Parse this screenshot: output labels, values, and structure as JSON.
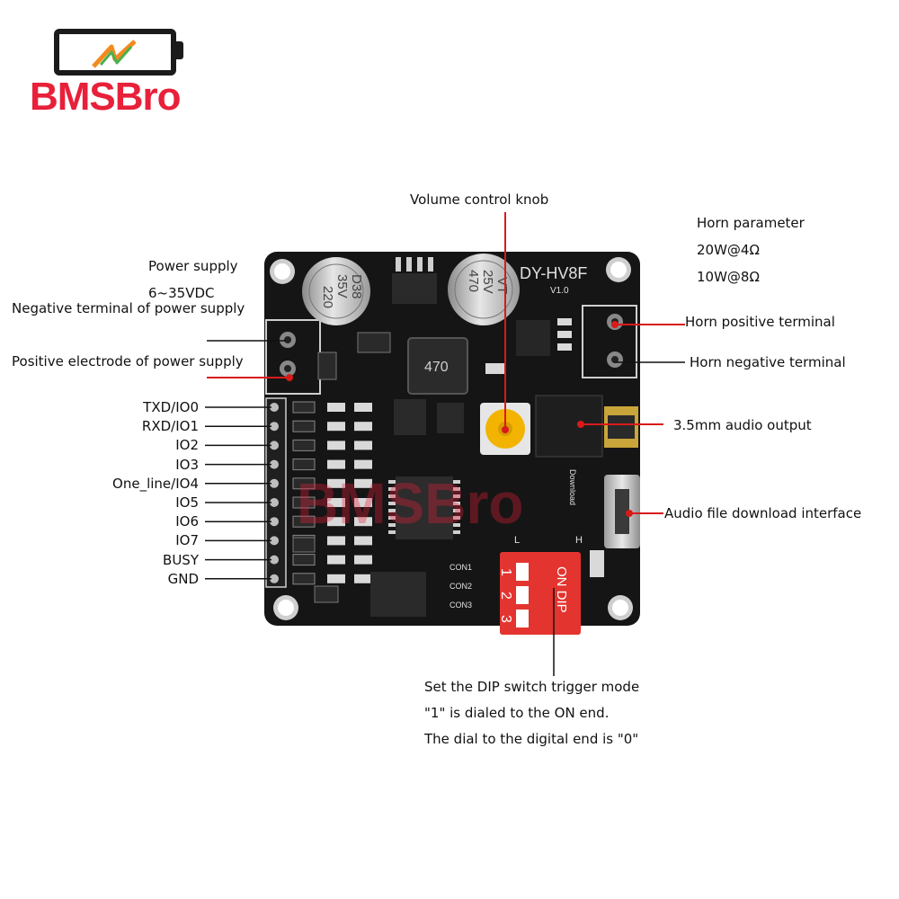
{
  "brand": {
    "name": "BMSBro",
    "color": "#e8203a"
  },
  "board": {
    "model": "DY-HV8F",
    "version": "V1.0",
    "inductor_marking": "470",
    "cap_left": [
      "220",
      "35V",
      "D38"
    ],
    "cap_right": [
      "470",
      "25V",
      "VT"
    ],
    "dip_marking": "ON DIP",
    "dip_numbers": [
      "1",
      "2",
      "3"
    ],
    "con_labels": [
      "CON1",
      "CON2",
      "CON3"
    ],
    "download_marking": "Download",
    "lh_marking": [
      "L",
      "H"
    ],
    "watermark": "BMSBro"
  },
  "labels": {
    "volume_knob": "Volume control knob",
    "horn_parameter": [
      "Horn parameter",
      "20W@4Ω",
      "10W@8Ω"
    ],
    "power_supply": [
      "Power supply",
      "6~35VDC"
    ],
    "negative_power": "Negative terminal of power supply",
    "positive_power": "Positive electrode of power supply",
    "horn_positive": "Horn positive terminal",
    "horn_negative": "Horn negative terminal",
    "audio_output": "3.5mm audio output",
    "download_interface": "Audio file download interface",
    "dip_description": [
      "Set the DIP switch trigger mode",
      "\"1\" is dialed to the ON end.",
      "The dial to the digital end is \"0\""
    ],
    "pins": [
      "TXD/IO0",
      "RXD/IO1",
      "IO2",
      "IO3",
      "One_line/IO4",
      "IO5",
      "IO6",
      "IO7",
      "BUSY",
      "GND"
    ]
  },
  "colors": {
    "pcb": "#151515",
    "leader_red": "#d81a1a",
    "leader_black": "#111111",
    "dip_red": "#e3342f",
    "pot_yellow": "#f2b400"
  }
}
